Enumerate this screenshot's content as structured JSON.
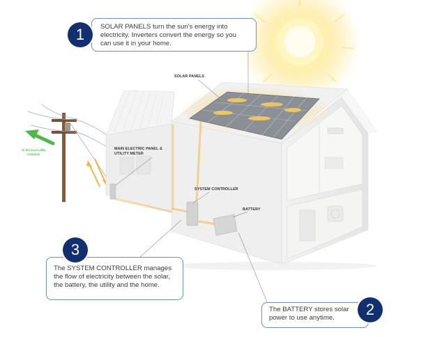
{
  "callouts": [
    {
      "number": "1",
      "text": "SOLAR PANELS turn the sun's energy into electricity. Inverters convert the energy so you can use it in your home."
    },
    {
      "number": "2",
      "text": "The BATTERY stores solar power to use anytime."
    },
    {
      "number": "3",
      "text": "The SYSTEM CONTROLLER manages the flow of electricity between the solar, the battery, the utility and the home."
    }
  ],
  "labels": {
    "solar_panels": "SOLAR PANELS",
    "main_panel": "MAIN ELECTRIC PANEL & UTILITY METER",
    "system_controller": "SYSTEM CONTROLLER",
    "battery": "BATTERY",
    "utility": "To the local utility company"
  },
  "colors": {
    "badge": "#12306f",
    "callout_border": "#6d8fb6",
    "energy_flow": "#f5a623",
    "utility_arrow": "#4db848",
    "sun": "#ffd84d"
  }
}
